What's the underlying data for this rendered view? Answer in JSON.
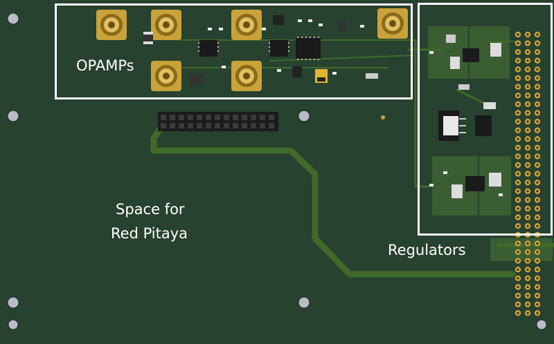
{
  "labels": {
    "opamps": "OPAMPs",
    "space_line1": "Space for",
    "space_line2": "Red Pitaya",
    "regulators": "Regulators"
  },
  "colors": {
    "board": "#27422f",
    "trace": "#3f6a2a",
    "copper_pour": "#3a5d32",
    "highlight_box": "#ffffff",
    "gold": "#c9a23a",
    "mounting_hole": "#b9bcc8"
  }
}
